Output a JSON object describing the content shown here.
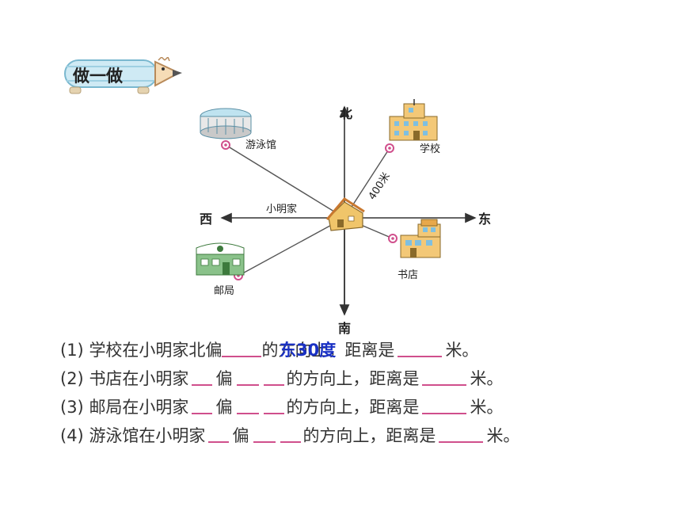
{
  "banner": {
    "label": "做一做"
  },
  "compass": {
    "north": "北",
    "south": "南",
    "east": "东",
    "west": "西"
  },
  "places": {
    "home": "小明家",
    "school": "学校",
    "pool": "游泳馆",
    "bookstore": "书店",
    "post_office": "邮局"
  },
  "distance_label": "400米",
  "questions": [
    {
      "num": "(1)",
      "a": "学校在小明家北偏",
      "b": "的方向上，距离是",
      "c": "米。"
    },
    {
      "num": "(2)",
      "a": "书店在小明家",
      "mid1": "偏",
      "b": "的方向上，距离是",
      "c": "米。"
    },
    {
      "num": "(3)",
      "a": "邮局在小明家",
      "mid1": "偏",
      "b": "的方向上，距离是",
      "c": "米。"
    },
    {
      "num": "(4)",
      "a": "游泳馆在小明家",
      "mid1": "偏",
      "b": "的方向上，距离是",
      "c": "米。"
    }
  ],
  "answer_overlay": "东30度",
  "colors": {
    "marker": "#d04f8c",
    "answer": "#1a31c4",
    "ink": "#333333"
  }
}
